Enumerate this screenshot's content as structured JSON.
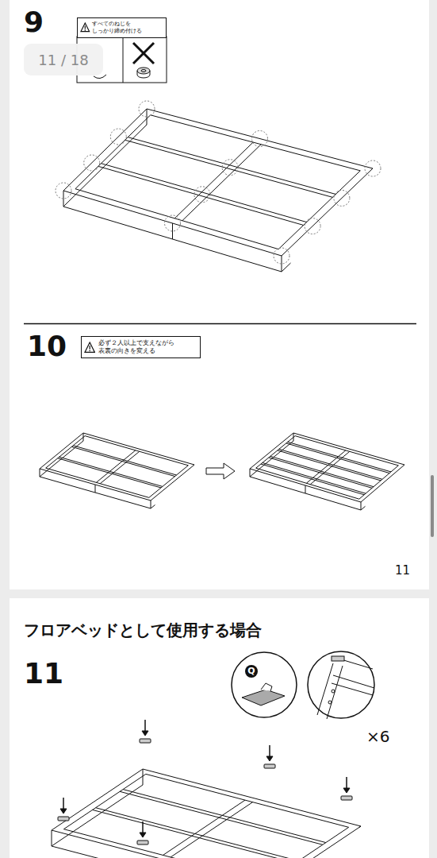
{
  "diagram": {
    "nodes": [
      {
        "text": [
          "すべてのねじを しっかり締め付ける"
        ]
      },
      {
        "text": [
          "11 / 18"
        ]
      },
      {
        "text": [
          "必ず２人以上で支えながら 表裏の向きを変える"
        ]
      },
      {
        "text": [
          "Q"
        ]
      }
    ],
    "labels": [
      "9",
      "10",
      "11",
      "フロアベッドとして使用する場合",
      "11",
      "×6"
    ]
  }
}
